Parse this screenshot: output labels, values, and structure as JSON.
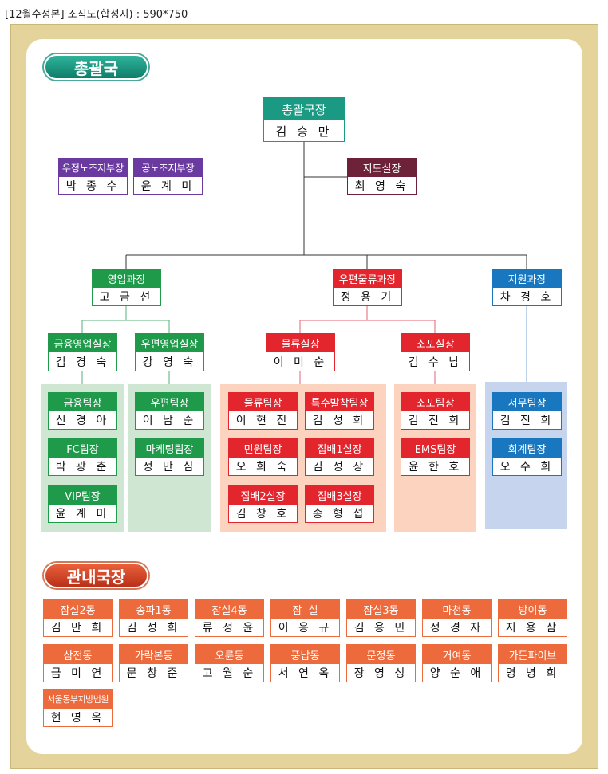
{
  "caption": "[12월수정본] 조직도(합성지) : 590*750",
  "colors": {
    "teal": "#1a9a82",
    "green": "#1f9a4a",
    "red": "#e3262e",
    "blue": "#1877be",
    "purple": "#6a3aa0",
    "maroon": "#6d2239",
    "orange": "#ec6a3c",
    "area_green": "#cfe7d2",
    "area_peach": "#fbd3bf",
    "area_blue": "#c6d4ee"
  },
  "sections": {
    "general": "총괄국",
    "local": "관내국장"
  },
  "head": {
    "title": "총괄국장",
    "name": "김 승 만"
  },
  "advisors": [
    {
      "title": "우정노조지부장",
      "name": "박 종 수"
    },
    {
      "title": "공노조지부장",
      "name": "윤 계 미"
    }
  ],
  "guidance": {
    "title": "지도실장",
    "name": "최 영 숙"
  },
  "divisions": {
    "sales": {
      "title": "영업과장",
      "name": "고 금 선",
      "offices": [
        {
          "title": "금융영업실장",
          "name": "김 경 숙",
          "teams": [
            {
              "title": "금융팀장",
              "name": "신 경 아"
            },
            {
              "title": "FC팀장",
              "name": "박 광 춘"
            },
            {
              "title": "VIP팀장",
              "name": "윤 계 미"
            }
          ]
        },
        {
          "title": "우편영업실장",
          "name": "강 영 숙",
          "teams": [
            {
              "title": "우편팀장",
              "name": "이 남 순"
            },
            {
              "title": "마케팅팀장",
              "name": "정 만 심"
            }
          ]
        }
      ]
    },
    "logistics": {
      "title": "우편물류과장",
      "name": "정 용 기",
      "offices": [
        {
          "title": "물류실장",
          "name": "이 미 순",
          "teams": [
            {
              "title": "물류팀장",
              "name": "이 현 진"
            },
            {
              "title": "특수발착팀장",
              "name": "김 성 희"
            },
            {
              "title": "민원팀장",
              "name": "오 희 숙"
            },
            {
              "title": "집배1실장",
              "name": "김 성 장"
            },
            {
              "title": "집배2실장",
              "name": "김 창 호"
            },
            {
              "title": "집배3실장",
              "name": "송 형 섭"
            }
          ]
        },
        {
          "title": "소포실장",
          "name": "김 수 남",
          "teams": [
            {
              "title": "소포팀장",
              "name": "김 진 희"
            },
            {
              "title": "EMS팀장",
              "name": "윤 한 호"
            }
          ]
        }
      ]
    },
    "support": {
      "title": "지원과장",
      "name": "차 경 호",
      "teams": [
        {
          "title": "서무팀장",
          "name": "김 진 희"
        },
        {
          "title": "회계팀장",
          "name": "오 수 희"
        }
      ]
    }
  },
  "local_heads": [
    {
      "title": "잠실2동",
      "name": "김 만 희"
    },
    {
      "title": "송파1동",
      "name": "김 성 희"
    },
    {
      "title": "잠실4동",
      "name": "류 정 윤"
    },
    {
      "title": "잠  실",
      "name": "이 응 규"
    },
    {
      "title": "잠실3동",
      "name": "김 용 민"
    },
    {
      "title": "마천동",
      "name": "정 경 자"
    },
    {
      "title": "방이동",
      "name": "지 용 삼"
    },
    {
      "title": "삼전동",
      "name": "금 미 연"
    },
    {
      "title": "가락본동",
      "name": "문 창 준"
    },
    {
      "title": "오륜동",
      "name": "고 월 순"
    },
    {
      "title": "풍납동",
      "name": "서 연 옥"
    },
    {
      "title": "문정동",
      "name": "장 영 성"
    },
    {
      "title": "거여동",
      "name": "양 순 애"
    },
    {
      "title": "가든파이브",
      "name": "명 병 희"
    },
    {
      "title": "서울동부지방법원",
      "name": "현 영 옥"
    }
  ]
}
